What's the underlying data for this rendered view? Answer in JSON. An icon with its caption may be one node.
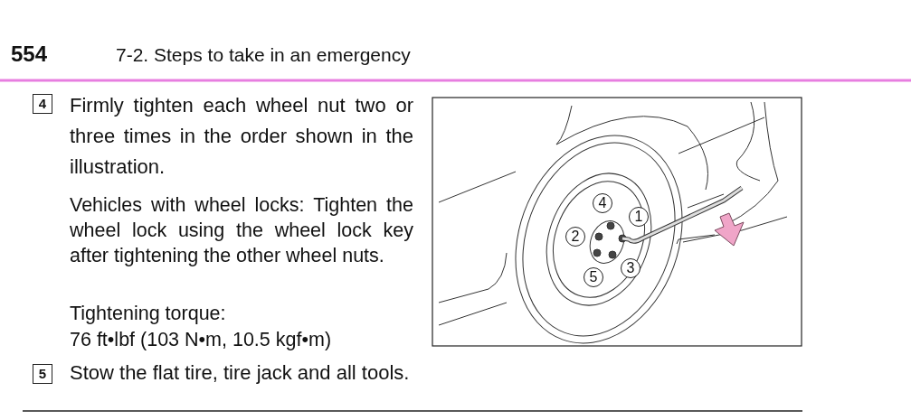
{
  "diagram": {
    "nodes": [
      {
        "text": [
          "4"
        ]
      },
      {
        "text": [
          "4"
        ]
      },
      {
        "text": [
          "1"
        ]
      },
      {
        "text": [
          "2"
        ]
      },
      {
        "text": [
          "3"
        ]
      },
      {
        "text": [
          "5"
        ]
      },
      {
        "text": [
          "5"
        ]
      }
    ],
    "labels": [
      "554",
      "7-2. Steps to take in an emergency",
      "Firmly tighten each wheel nut two or three times in the order shown in the illustration.",
      "Vehicles with wheel locks: Tighten the wheel lock using the wheel lock key after tightening the other wheel nuts.",
      "Tightening torque:",
      "76 ft•lbf (103 N•m, 10.5 kgf•m)",
      "Stow the flat tire, tire jack and all tools."
    ]
  }
}
